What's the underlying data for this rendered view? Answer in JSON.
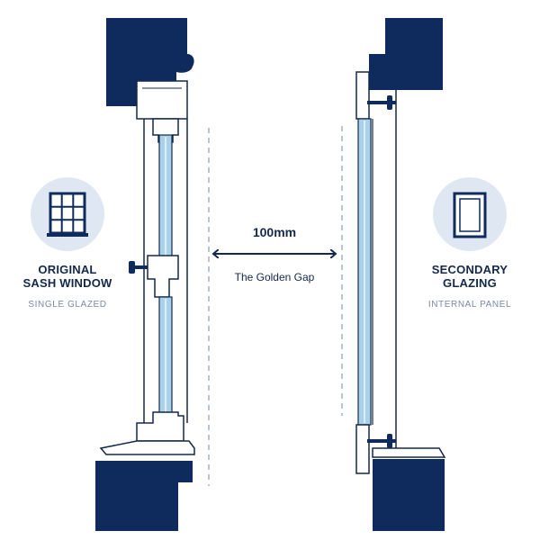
{
  "left_panel": {
    "title_line1": "ORIGINAL",
    "title_line2": "SASH WINDOW",
    "subtitle": "SINGLE GLAZED",
    "icon": "sash-window-icon"
  },
  "right_panel": {
    "title_line1": "SECONDARY",
    "title_line2": "GLAZING",
    "subtitle": "INTERNAL PANEL",
    "icon": "single-pane-window-icon"
  },
  "gap": {
    "measurement": "100mm",
    "label": "The Golden Gap",
    "icon": "double-arrow-icon"
  },
  "colors": {
    "navy": "#0f2a5c",
    "frame_outline": "#14284b",
    "glass": "#a9d1ea",
    "icon_circle": "#dfe8f2",
    "subtitle": "#7b8aa3"
  }
}
